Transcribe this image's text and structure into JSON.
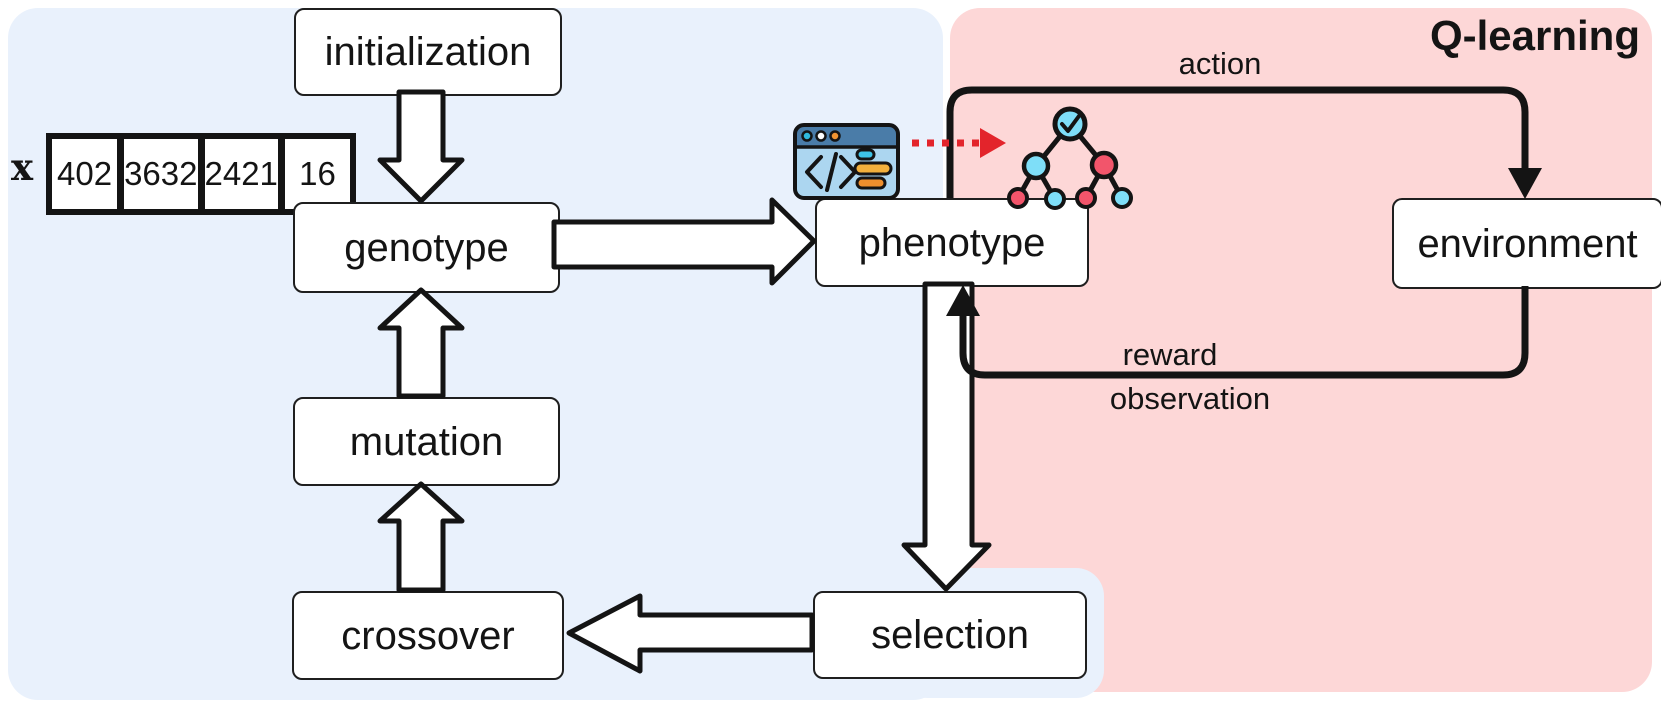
{
  "regions": {
    "evolution": {
      "name": "evolutionary-algorithm-region"
    },
    "qlearning": {
      "label": "Q-learning"
    }
  },
  "nodes": {
    "initialization": "initialization",
    "genotype": "genotype",
    "phenotype": "phenotype",
    "environment": "environment",
    "mutation": "mutation",
    "crossover": "crossover",
    "selection": "selection"
  },
  "edge_labels": {
    "action": "action",
    "reward": "reward",
    "observation": "observation"
  },
  "vector": {
    "label": "x",
    "cells": [
      "402",
      "3632",
      "2421",
      "16"
    ]
  },
  "icons": {
    "code_window": "code-window-icon",
    "decision_tree": "decision-tree-icon",
    "mapping_arrow": "red-dotted-arrow-icon"
  },
  "colors": {
    "blue_region": "#e9f1fc",
    "pink_region": "#fdd7d7",
    "box_bg": "#ffffff",
    "box_border": "#1f1f1f",
    "line": "#141414",
    "text": "#141414",
    "red_arrow": "#e3242b",
    "icon_titlebar": "#4a7ca8",
    "icon_body": "#acd6f0",
    "icon_dot_cyan": "#2fb9dd",
    "icon_dot_white": "#ffffff",
    "icon_dot_orange": "#ef9332",
    "icon_bar_cyan": "#3ec3e6",
    "icon_bar_yellow": "#f2b03c",
    "icon_bar_orange": "#ee8f2d",
    "tree_node_cyan": "#7edef8",
    "tree_node_red": "#f2556b"
  }
}
